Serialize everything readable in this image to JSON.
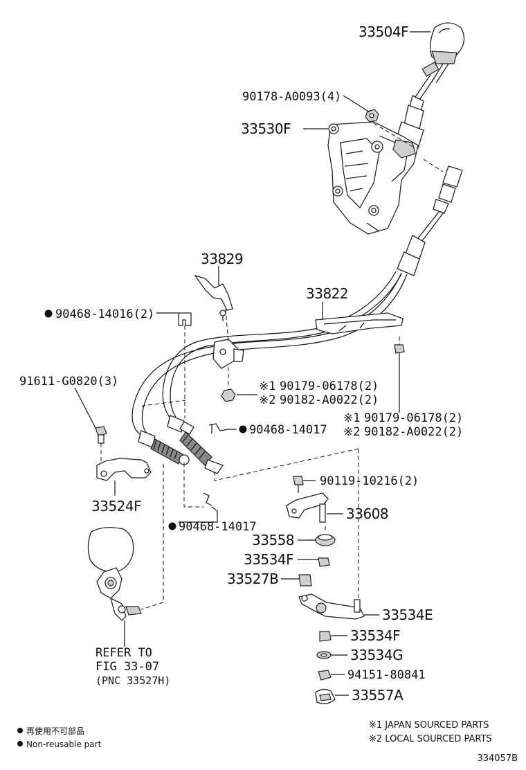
{
  "labels": {
    "p33504F": "33504F",
    "p90178": "90178-A0093(4)",
    "p33530F": "33530F",
    "p33829": "33829",
    "p33822": "33822",
    "p90468_14016": "90468-14016(2)",
    "p91611": "91611-G0820(3)",
    "p90179a": "90179-06178(2)",
    "p90182a": "90182-A0022(2)",
    "p90179b": "90179-06178(2)",
    "p90182b": "90182-A0022(2)",
    "p90468_14017a": "90468-14017",
    "p33524F": "33524F",
    "p90119": "90119-10216(2)",
    "p33608": "33608",
    "p90468_14017b": "90468-14017",
    "p33558": "33558",
    "p33534F_a": "33534F",
    "p33527B": "33527B",
    "p33534E": "33534E",
    "p33534F_b": "33534F",
    "p33534G": "33534G",
    "p94151": "94151-80841",
    "p33557A": "33557A"
  },
  "marks": {
    "mark1": "※1",
    "mark2": "※2"
  },
  "refer": {
    "line1": "REFER TO",
    "line2": "FIG 33-07",
    "line3": "(PNC 33527H)"
  },
  "notes": {
    "japan": "※1 JAPAN SOURCED PARTS",
    "local": "※2 LOCAL SOURCED PARTS"
  },
  "legend": {
    "jp": "再使用不可部品",
    "en": "Non-reusable part"
  },
  "figure_id": "334057B"
}
